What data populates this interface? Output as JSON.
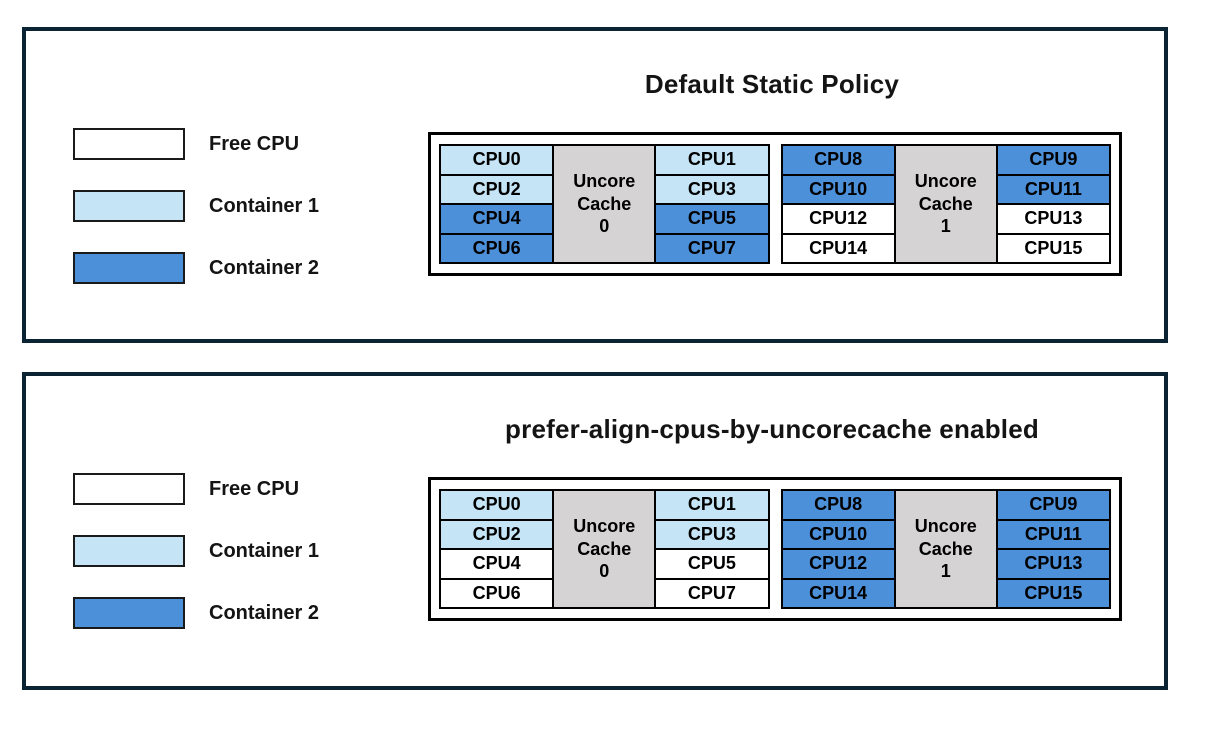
{
  "colors": {
    "free_cpu": "#ffffff",
    "container1": "#c5e4f5",
    "container2": "#4d90da",
    "uncore_cache_gray": "#d5d3d3",
    "panel_border": "#0a2433",
    "cell_border": "#000000"
  },
  "legend": {
    "items": [
      {
        "label": "Free CPU",
        "key": "free"
      },
      {
        "label": "Container 1",
        "key": "container1"
      },
      {
        "label": "Container 2",
        "key": "container2"
      }
    ]
  },
  "panels": [
    {
      "title": "Default Static Policy",
      "groups": [
        {
          "cache_lines": [
            "Uncore",
            "Cache",
            "0"
          ],
          "left": [
            {
              "label": "CPU0",
              "state": "container1"
            },
            {
              "label": "CPU2",
              "state": "container1"
            },
            {
              "label": "CPU4",
              "state": "container2"
            },
            {
              "label": "CPU6",
              "state": "container2"
            }
          ],
          "right": [
            {
              "label": "CPU1",
              "state": "container1"
            },
            {
              "label": "CPU3",
              "state": "container1"
            },
            {
              "label": "CPU5",
              "state": "container2"
            },
            {
              "label": "CPU7",
              "state": "container2"
            }
          ]
        },
        {
          "cache_lines": [
            "Uncore",
            "Cache",
            "1"
          ],
          "left": [
            {
              "label": "CPU8",
              "state": "container2"
            },
            {
              "label": "CPU10",
              "state": "container2"
            },
            {
              "label": "CPU12",
              "state": "free"
            },
            {
              "label": "CPU14",
              "state": "free"
            }
          ],
          "right": [
            {
              "label": "CPU9",
              "state": "container2"
            },
            {
              "label": "CPU11",
              "state": "container2"
            },
            {
              "label": "CPU13",
              "state": "free"
            },
            {
              "label": "CPU15",
              "state": "free"
            }
          ]
        }
      ]
    },
    {
      "title": "prefer-align-cpus-by-uncorecache enabled",
      "groups": [
        {
          "cache_lines": [
            "Uncore",
            "Cache",
            "0"
          ],
          "left": [
            {
              "label": "CPU0",
              "state": "container1"
            },
            {
              "label": "CPU2",
              "state": "container1"
            },
            {
              "label": "CPU4",
              "state": "free"
            },
            {
              "label": "CPU6",
              "state": "free"
            }
          ],
          "right": [
            {
              "label": "CPU1",
              "state": "container1"
            },
            {
              "label": "CPU3",
              "state": "container1"
            },
            {
              "label": "CPU5",
              "state": "free"
            },
            {
              "label": "CPU7",
              "state": "free"
            }
          ]
        },
        {
          "cache_lines": [
            "Uncore",
            "Cache",
            "1"
          ],
          "left": [
            {
              "label": "CPU8",
              "state": "container2"
            },
            {
              "label": "CPU10",
              "state": "container2"
            },
            {
              "label": "CPU12",
              "state": "container2"
            },
            {
              "label": "CPU14",
              "state": "container2"
            }
          ],
          "right": [
            {
              "label": "CPU9",
              "state": "container2"
            },
            {
              "label": "CPU11",
              "state": "container2"
            },
            {
              "label": "CPU13",
              "state": "container2"
            },
            {
              "label": "CPU15",
              "state": "container2"
            }
          ]
        }
      ]
    }
  ]
}
